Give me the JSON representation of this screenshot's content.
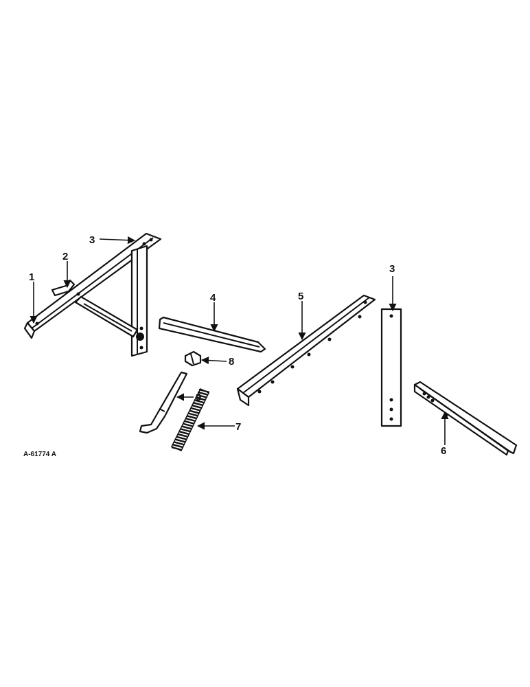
{
  "figure_id": "A-61774 A",
  "callouts": [
    {
      "id": "c1",
      "label": "1"
    },
    {
      "id": "c2",
      "label": "2"
    },
    {
      "id": "c3a",
      "label": "3"
    },
    {
      "id": "c3b",
      "label": "3"
    },
    {
      "id": "c4",
      "label": "4"
    },
    {
      "id": "c5",
      "label": "5"
    },
    {
      "id": "c6",
      "label": "6"
    },
    {
      "id": "c7",
      "label": "7"
    },
    {
      "id": "c8",
      "label": "8"
    },
    {
      "id": "c9",
      "label": "9"
    }
  ],
  "colors": {
    "ink": "#111111",
    "paper": "#ffffff"
  }
}
